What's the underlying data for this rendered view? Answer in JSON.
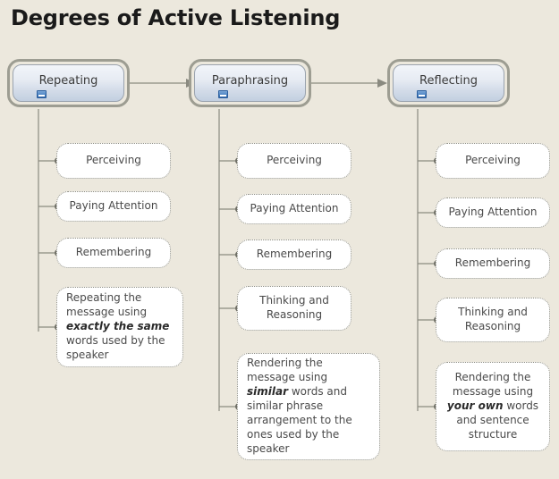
{
  "page": {
    "title": "Degrees of Active Listening",
    "background_color": "#ece8dd"
  },
  "colors": {
    "canvas": "#ece8dd",
    "stage_border": "#9d9d92",
    "stage_fill_top": "#f2f5fa",
    "stage_fill_bottom": "#c2cfe0",
    "leaf_fill": "#ffffff",
    "leaf_border": "#8e8e84",
    "connector": "#8a8a80",
    "text": "#4a4a4a",
    "title_text": "#1a1a1a",
    "collapse_glyph": "#4f86c6"
  },
  "diagram": {
    "type": "tree",
    "orientation": "horizontal-stages-with-vertical-children",
    "stages": [
      {
        "id": "repeating",
        "label": "Repeating",
        "collapse_icon": "collapse-icon",
        "children": [
          {
            "id": "rep-perceiving",
            "text": "Perceiving",
            "style": "single-line"
          },
          {
            "id": "rep-paying-attention",
            "text": "Paying Attention",
            "style": "single-line"
          },
          {
            "id": "rep-remembering",
            "text": "Remembering",
            "style": "single-line"
          },
          {
            "id": "rep-description",
            "style": "description",
            "align": "left",
            "rich_text": [
              {
                "t": "Repeating the message using ",
                "bold": false
              },
              {
                "t": "exactly the same",
                "bold": true
              },
              {
                "t": " words used by the speaker",
                "bold": false
              }
            ],
            "plain_text": "Repeating the message using exactly the same words used by the speaker"
          }
        ]
      },
      {
        "id": "paraphrasing",
        "label": "Paraphrasing",
        "collapse_icon": "collapse-icon",
        "children": [
          {
            "id": "par-perceiving",
            "text": "Perceiving",
            "style": "single-line"
          },
          {
            "id": "par-paying-attention",
            "text": "Paying Attention",
            "style": "single-line"
          },
          {
            "id": "par-remembering",
            "text": "Remembering",
            "style": "single-line"
          },
          {
            "id": "par-thinking",
            "text": "Thinking and Reasoning",
            "style": "two-line"
          },
          {
            "id": "par-description",
            "style": "description",
            "align": "left",
            "rich_text": [
              {
                "t": "Rendering the message using ",
                "bold": false
              },
              {
                "t": "similar",
                "bold": true
              },
              {
                "t": " words and similar phrase arrangement to the ones used by the speaker",
                "bold": false
              }
            ],
            "plain_text": "Rendering the message using similar words and similar phrase arrangement to the ones used by the speaker"
          }
        ]
      },
      {
        "id": "reflecting",
        "label": "Reflecting",
        "collapse_icon": "collapse-icon",
        "children": [
          {
            "id": "ref-perceiving",
            "text": "Perceiving",
            "style": "single-line"
          },
          {
            "id": "ref-paying-attention",
            "text": "Paying Attention",
            "style": "single-line"
          },
          {
            "id": "ref-remembering",
            "text": "Remembering",
            "style": "single-line"
          },
          {
            "id": "ref-thinking",
            "text": "Thinking and Reasoning",
            "style": "two-line"
          },
          {
            "id": "ref-description",
            "style": "description",
            "align": "center",
            "rich_text": [
              {
                "t": "Rendering the message using ",
                "bold": false
              },
              {
                "t": "your own",
                "bold": true
              },
              {
                "t": " words and sentence structure",
                "bold": false
              }
            ],
            "plain_text": "Rendering the message using your own words and sentence structure"
          }
        ]
      }
    ],
    "stage_flow_arrows": [
      {
        "from": "repeating",
        "to": "paraphrasing"
      },
      {
        "from": "paraphrasing",
        "to": "reflecting"
      }
    ]
  }
}
